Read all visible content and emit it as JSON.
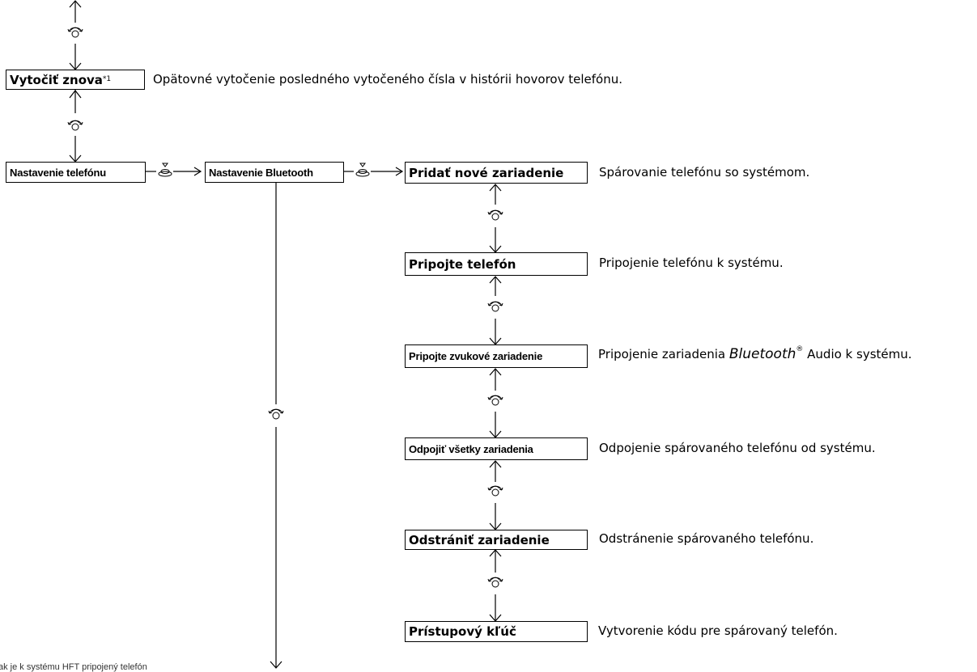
{
  "menu": {
    "redial": {
      "label": "Vytočiť znova",
      "footnote_mark": "*1",
      "description": "Opätovné vytočenie posledného vytočeného čísla v histórii hovorov telefónu."
    },
    "phone_settings": {
      "label": "Nastavenie telefónu"
    },
    "bluetooth_settings": {
      "label": "Nastavenie Bluetooth"
    },
    "items": [
      {
        "label": "Pridať nové zariadenie",
        "description": "Spárovanie telefónu so systémom."
      },
      {
        "label": "Pripojte telefón",
        "description": "Pripojenie telefónu k systému."
      },
      {
        "label": "Pripojte zvukové zariadenie",
        "description_pre": "Pripojenie zariadenia ",
        "description_brand": "Bluetooth",
        "description_reg": "®",
        "description_post": " Audio k systému."
      },
      {
        "label": "Odpojiť všetky zariadenia",
        "description": "Odpojenie spárovaného telefónu od systému."
      },
      {
        "label": "Odstrániť zariadenie",
        "description": "Odstránenie spárovaného telefónu."
      },
      {
        "label": "Prístupový kľúč",
        "description": "Vytvorenie kódu pre spárovaný telefón."
      }
    ]
  },
  "footnote": "ak je k systému HFT pripojený telefón",
  "icons": {
    "rotate": "knob-rotate-icon",
    "press": "knob-press-icon"
  },
  "colors": {
    "line": "#000000"
  }
}
